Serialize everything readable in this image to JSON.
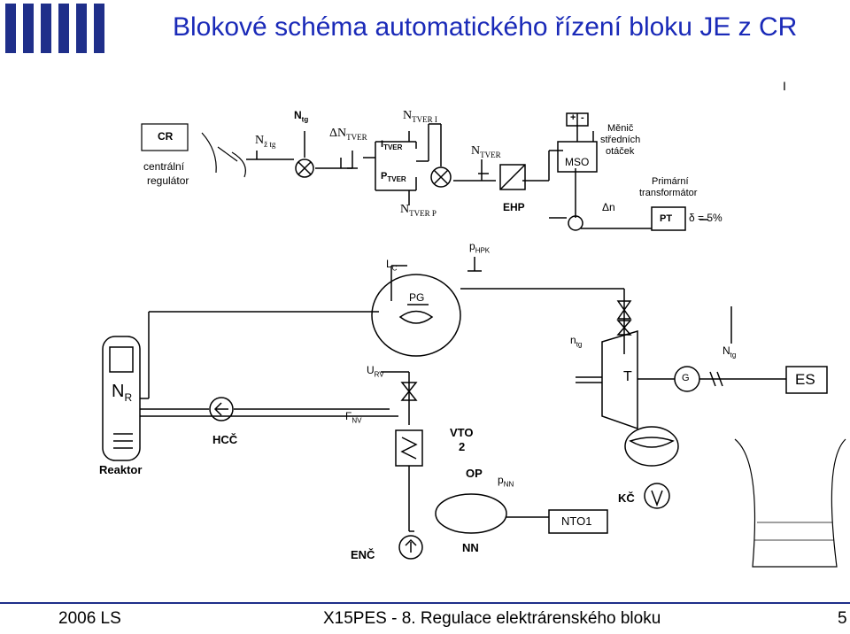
{
  "header": {
    "title": "Blokové schéma automatického řízení bloku JE z CR",
    "corner_mark": "I"
  },
  "footer": {
    "left": "2006 LS",
    "center": "X15PES - 8. Regulace elektrárenského bloku",
    "page": "5"
  },
  "control": {
    "cr": "CR",
    "cr_caption_1": "centrální",
    "cr_caption_2": "regulátor",
    "n_z_tg": "N",
    "n_z_tg_sub": "ž tg",
    "n_tg": "N",
    "n_tg_sub": "tg",
    "delta_n_tver": "ΔN",
    "delta_n_tver_sub": "TVER",
    "n_tver_i": "N",
    "n_tver_i_sub": "TVER I",
    "i_tver": "I",
    "i_tver_sub": "TVER",
    "p_tver": "P",
    "p_tver_sub": "TVER",
    "n_tver_p": "N",
    "n_tver_p_sub": "TVER P",
    "n_tver": "N",
    "n_tver_sub": "TVER",
    "ehp": "EHP",
    "plus": "+",
    "minus": "-",
    "mso": "MSO",
    "menic_1": "Měnič",
    "menic_2": "středních",
    "menic_3": "otáček",
    "delta_n": "Δn",
    "primarni_1": "Primární",
    "primarni_2": "transformátor",
    "pt": "PT",
    "delta_pct": "δ = 5%"
  },
  "process": {
    "p_hpk": "p",
    "p_hpk_sub": "HPK",
    "l_c": "L",
    "l_c_sub": "C",
    "pg": "PG",
    "n_tg2": "n",
    "n_tg2_sub": "tg",
    "n_tg3": "N",
    "n_tg3_sub": "tg",
    "nr": "N",
    "nr_sub": "R",
    "u_rv": "U",
    "u_rv_sub": "RV",
    "t": "T",
    "g": "G",
    "es": "ES",
    "f_nv": "F",
    "f_nv_sub": "NV",
    "hcc": "HCČ",
    "vto_1": "VTO",
    "vto_2": "2",
    "reaktor": "Reaktor",
    "op": "OP",
    "p_nn": "p",
    "p_nn_sub": "NN",
    "kc": "KČ",
    "nto1": "NTO1",
    "enc": "ENČ",
    "nn": "NN"
  }
}
